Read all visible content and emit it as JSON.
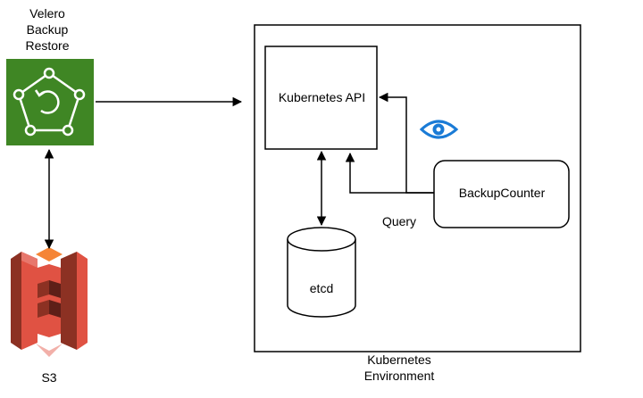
{
  "velero": {
    "label_lines": [
      "Velero",
      "Backup",
      "Restore"
    ],
    "icon": "velero-backup-restore-icon",
    "icon_color": "#3f8624"
  },
  "s3": {
    "label": "S3",
    "icon": "aws-s3-bucket-icon",
    "icon_color": "#e05243"
  },
  "k8s_api": {
    "label": "Kubernetes API"
  },
  "backup_counter": {
    "label": "BackupCounter"
  },
  "query": {
    "label": "Query"
  },
  "etcd": {
    "label": "etcd"
  },
  "environment": {
    "label_lines": [
      "Kubernetes",
      "Environment"
    ]
  },
  "watch_icon": {
    "icon": "eye-icon",
    "color": "#1a7bd6"
  }
}
